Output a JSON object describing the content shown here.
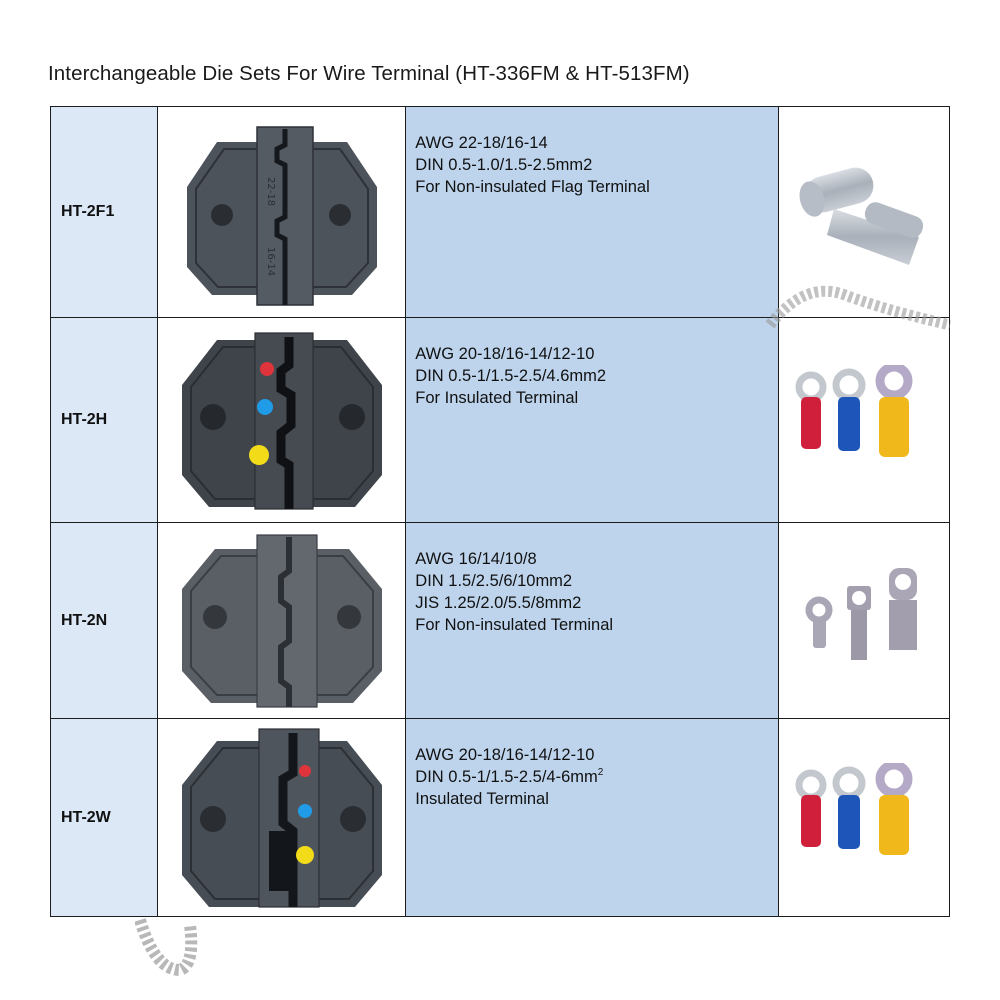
{
  "title": "Interchangeable Die Sets For Wire Terminal (HT-336FM & HT-513FM)",
  "colors": {
    "code_cell_bg": "#dce8f6",
    "spec_cell_bg": "#bdd4ec",
    "border": "#1c1c1c",
    "die_body": "#4a4f56",
    "dot_red": "#e0343c",
    "dot_blue": "#1f9be8",
    "dot_yellow": "#f2dc1a"
  },
  "rows": [
    {
      "code": "HT-2F1",
      "spec": [
        "AWG 22-18/16-14",
        "DIN 0.5-1.0/1.5-2.5mm2",
        "For Non-insulated Flag Terminal"
      ],
      "die_image": "die-set-ht-2f1",
      "die_labels": [
        "22-18",
        "16-14"
      ],
      "terminal_image": "non-insulated-flag-terminal"
    },
    {
      "code": "HT-2H",
      "spec": [
        "AWG 20-18/16-14/12-10",
        "DIN 0.5-1/1.5-2.5/4.6mm2",
        "For Insulated Terminal"
      ],
      "die_image": "die-set-ht-2h",
      "terminal_image": "insulated-ring-terminals-red-blue-yellow"
    },
    {
      "code": "HT-2N",
      "spec": [
        "AWG 16/14/10/8",
        "DIN 1.5/2.5/6/10mm2",
        "JIS 1.25/2.0/5.5/8mm2",
        "For Non-insulated Terminal"
      ],
      "die_image": "die-set-ht-2n",
      "terminal_image": "non-insulated-ring-terminals"
    },
    {
      "code": "HT-2W",
      "spec": [
        "AWG 20-18/16-14/12-10",
        "DIN 0.5-1/1.5-2.5/4-6mm",
        "Insulated Terminal"
      ],
      "spec_superscript": "2",
      "die_image": "die-set-ht-2w",
      "terminal_image": "insulated-ring-terminals-red-blue-yellow"
    }
  ]
}
